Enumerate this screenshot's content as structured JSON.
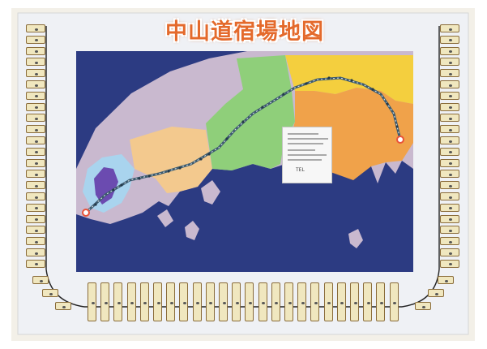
{
  "poster": {
    "title": "中山道宿場地図",
    "info_box": {
      "contact": "TEL"
    },
    "colors": {
      "paper": "#f3f0e8",
      "sea": "#2c3b82",
      "land": "#c9b9cf",
      "title": "#e46a2c",
      "route": "#3c5a6e",
      "station_tile": "#f0e7bf",
      "tile_border": "#8a6c3a"
    },
    "icons": {
      "left_counter": "abacus-counter",
      "right_counter": "abacus-counter",
      "bottom_counter": "abacus-counter"
    }
  }
}
